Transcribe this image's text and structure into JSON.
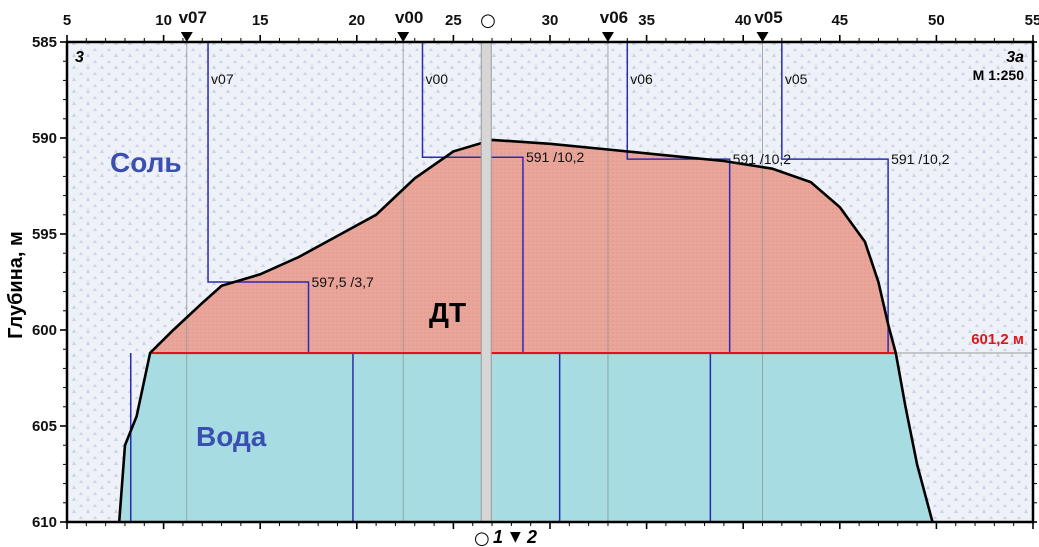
{
  "ylabel": "Глубина, м",
  "scale": "М 1:250",
  "corner_left": "3",
  "corner_right": "3а",
  "top_circle_symbol": "○",
  "bottom_label": {
    "circle": "○",
    "left": "1",
    "marker": "▼",
    "right": "2"
  },
  "chart_data": {
    "type": "cross-section",
    "x_ticks": [
      5,
      10,
      15,
      20,
      25,
      30,
      35,
      40,
      45,
      50,
      55
    ],
    "y_ticks": [
      585,
      590,
      595,
      600,
      605,
      610
    ],
    "x_range": [
      5,
      55
    ],
    "y_range": [
      585,
      610
    ],
    "probes": [
      {
        "name": "v07",
        "x": 11.2,
        "sounding_x": 12.3,
        "label": "v07"
      },
      {
        "name": "v00",
        "x": 22.4,
        "sounding_x": 23.4,
        "label": "v00"
      },
      {
        "name": "v06",
        "x": 33.0,
        "sounding_x": 34.0,
        "label": "v06"
      },
      {
        "name": "v05",
        "x": 41.0,
        "sounding_x": 42.0,
        "label": "v05"
      }
    ],
    "soundings": [
      {
        "label": "597,5 /3,7",
        "start_x": 12.3,
        "top_depth": 585,
        "level": 597.5,
        "end_x": 17.5,
        "bottom": 601.2
      },
      {
        "label": "591 /10,2",
        "start_x": 23.4,
        "top_depth": 585,
        "level": 591,
        "end_x": 28.6,
        "bottom": 601.2
      },
      {
        "label": "591 /10,2",
        "start_x": 34.0,
        "top_depth": 585,
        "level": 591.1,
        "end_x": 39.3,
        "bottom": 601.2
      },
      {
        "label": "591 /10,2",
        "start_x": 42.0,
        "top_depth": 585,
        "level": 591.1,
        "end_x": 47.5,
        "bottom": 601.2
      }
    ],
    "water_lines_x": [
      8.3,
      19.8,
      30.5,
      38.3
    ],
    "interface": {
      "label": "601,2 м",
      "depth": 601.2
    },
    "cavern_outline": [
      [
        7.7,
        610
      ],
      [
        8.0,
        606
      ],
      [
        8.6,
        604.5
      ],
      [
        9.3,
        601.2
      ],
      [
        10.5,
        600
      ],
      [
        12.0,
        598.6
      ],
      [
        13.0,
        597.7
      ],
      [
        15.0,
        597.1
      ],
      [
        17.0,
        596.2
      ],
      [
        19.0,
        595.1
      ],
      [
        21.0,
        594.0
      ],
      [
        23.0,
        592.1
      ],
      [
        25.0,
        590.7
      ],
      [
        27.0,
        590.1
      ],
      [
        30.0,
        590.3
      ],
      [
        33.0,
        590.6
      ],
      [
        36.0,
        590.9
      ],
      [
        39.0,
        591.2
      ],
      [
        41.5,
        591.6
      ],
      [
        43.5,
        592.3
      ],
      [
        45.0,
        593.6
      ],
      [
        46.3,
        595.4
      ],
      [
        47.0,
        597.5
      ],
      [
        47.5,
        599.7
      ],
      [
        47.9,
        601.2
      ],
      [
        48.4,
        604.0
      ],
      [
        49.0,
        607.0
      ],
      [
        49.8,
        610
      ]
    ],
    "layers": [
      {
        "label": "Соль",
        "color": "#3a4fb0"
      },
      {
        "label": "ДТ",
        "color": "#000000"
      },
      {
        "label": "Вода",
        "color": "#3a4fb0"
      }
    ],
    "colors": {
      "salt_bg": "#eef2f8",
      "dt_fill": "#e9a59a",
      "water_fill": "#a7dce3",
      "outline": "#000000",
      "sounding": "#2b2bb0",
      "interface": "#e0151c",
      "well": "#d6d6d6"
    },
    "well_x": 26.7
  }
}
